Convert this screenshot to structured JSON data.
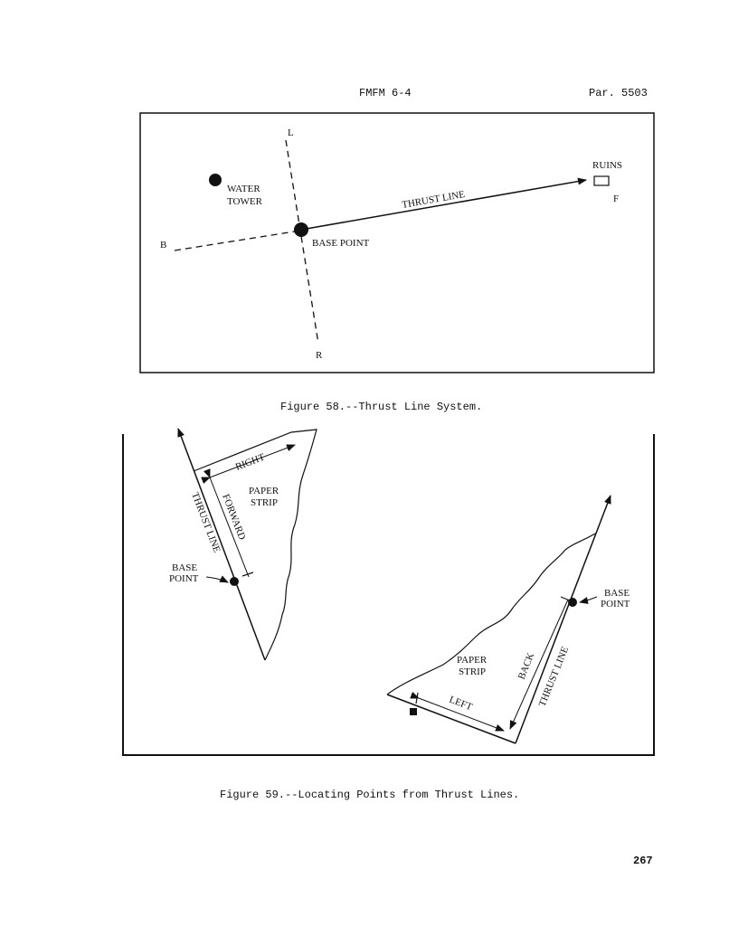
{
  "header": {
    "doc": "FMFM 6-4",
    "par": "Par. 5503"
  },
  "figure58": {
    "caption": "Figure 58.--Thrust Line System.",
    "labels": {
      "l": "L",
      "r": "R",
      "b": "B",
      "f": "F",
      "ruins": "RUINS",
      "water": "WATER",
      "tower": "TOWER",
      "thrust_line": "THRUST LINE",
      "base_point": "BASE POINT"
    }
  },
  "figure59": {
    "caption": "Figure 59.--Locating Points from Thrust Lines.",
    "left": {
      "right": "RIGHT",
      "paper": "PAPER",
      "strip": "STRIP",
      "forward": "FORWARD",
      "thrust_line": "THRUST LINE",
      "base": "BASE",
      "point": "POINT"
    },
    "right": {
      "paper": "PAPER",
      "strip": "STRIP",
      "back": "BACK",
      "left": "LEFT",
      "thrust_line": "THRUST LINE",
      "base": "BASE",
      "point": "POINT"
    }
  },
  "page_number": "267"
}
